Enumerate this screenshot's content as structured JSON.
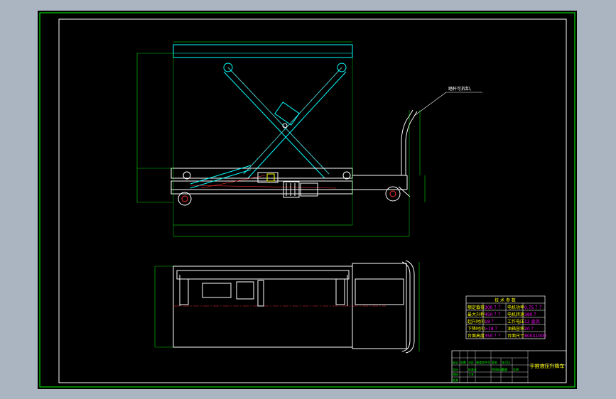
{
  "drawing": {
    "title": "手推液压升降车",
    "annotation": "踏杆可拆卸。",
    "colors": {
      "frame": "#00ff00",
      "outline": "#ffffff",
      "hydraulic": "#00ffff",
      "centerline": "#ff3030",
      "dimension": "#00ff00",
      "highlight": "#ff00ff",
      "text": "#ffff00"
    }
  },
  "tech_table": {
    "header": "技 术 参 数",
    "rows": [
      {
        "label": "额定载荷",
        "value": "300 ？？",
        "label2": "电机功率",
        "value2": "0.75 ？？"
      },
      {
        "label": "最大升程",
        "value": "450 ？？",
        "label2": "电机转速",
        "value2": "380 ？"
      },
      {
        "label": "起升时间",
        "value": "18 ？",
        "label2": "工作电压",
        "value2": "12 直流"
      },
      {
        "label": "下降时间",
        "value": ">18 ？",
        "label2": "油箱容积",
        "value2": "20 ？"
      },
      {
        "label": "台面高度",
        "value": "350 ？？",
        "label2": "台面尺寸",
        "value2": "800X1000"
      }
    ]
  },
  "title_block": {
    "cells": [
      "标记",
      "处数",
      "分区",
      "更改文件号",
      "签名",
      "年月日"
    ],
    "cells2": [
      "设计",
      "标准化",
      "阶段标记",
      "重量",
      "比例"
    ],
    "cells3": [
      "审核",
      "工艺",
      "批准"
    ]
  }
}
